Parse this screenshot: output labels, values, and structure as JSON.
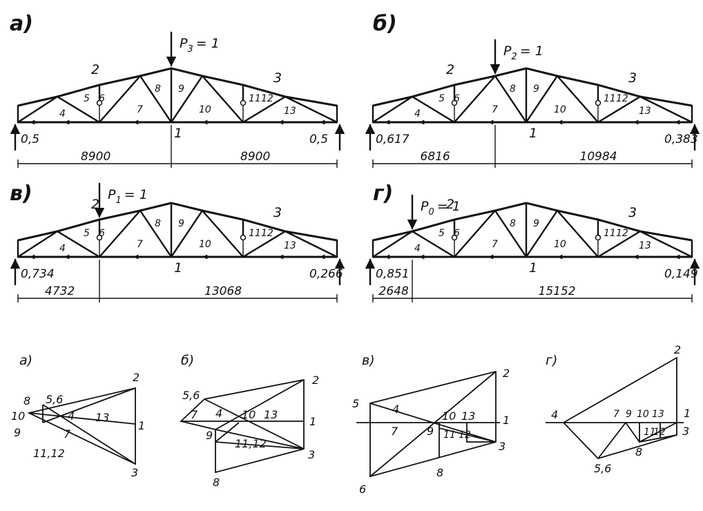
{
  "panels": [
    {
      "id": "a",
      "header": "а)",
      "load": {
        "symbol": "P",
        "sub": "3",
        "text": "= 1",
        "at_node": 9
      },
      "members": [
        "4",
        "5",
        "6",
        "7",
        "8",
        "9",
        "10",
        "11",
        "12",
        "13"
      ],
      "top_labels": [
        "2",
        "3"
      ],
      "bottom_label": "1",
      "reaction_left": "0,5",
      "reaction_right": "0,5",
      "dim_left": "8900",
      "dim_right": "8900"
    },
    {
      "id": "b",
      "header": "б)",
      "load": {
        "symbol": "P",
        "sub": "2",
        "text": "= 1",
        "at_node": 7
      },
      "members": [
        "4",
        "5",
        "6",
        "7",
        "8",
        "9",
        "10",
        "11",
        "12",
        "13"
      ],
      "top_labels": [
        "2",
        "3"
      ],
      "bottom_label": "1",
      "reaction_left": "0,617",
      "reaction_right": "0,383",
      "dim_left": "6816",
      "dim_right": "10984"
    },
    {
      "id": "v",
      "header": "в)",
      "load": {
        "symbol": "P",
        "sub": "1",
        "text": "= 1",
        "at_node": 5
      },
      "members": [
        "4",
        "5",
        "6",
        "7",
        "8",
        "9",
        "10",
        "11",
        "12",
        "13"
      ],
      "top_labels": [
        "2",
        "3"
      ],
      "bottom_label": "1",
      "reaction_left": "0,734",
      "reaction_right": "0,266",
      "dim_left": "4732",
      "dim_right": "13068"
    },
    {
      "id": "g",
      "header": "г)",
      "load": {
        "symbol": "P",
        "sub": "0",
        "text": "= 1",
        "at_node": 3
      },
      "members": [
        "4",
        "5",
        "6",
        "7",
        "8",
        "9",
        "10",
        "11",
        "12",
        "13"
      ],
      "top_labels": [
        "2",
        "3"
      ],
      "bottom_label": "1",
      "reaction_left": "0,851",
      "reaction_right": "0,149",
      "dim_left": "2648",
      "dim_right": "15152"
    }
  ],
  "force_diagrams": [
    {
      "header": "а)",
      "labels": [
        "8",
        "10",
        "9",
        "5,6",
        "4",
        "7",
        "13",
        "11,12",
        "2",
        "1",
        "3"
      ]
    },
    {
      "header": "б)",
      "labels": [
        "5,6",
        "7",
        "4",
        "10",
        "13",
        "9",
        "11,12",
        "2",
        "1",
        "3",
        "8"
      ]
    },
    {
      "header": "в)",
      "labels": [
        "5",
        "4",
        "7",
        "9",
        "10",
        "13",
        "11",
        "12",
        "2",
        "1",
        "3",
        "8",
        "6"
      ]
    },
    {
      "header": "г)",
      "labels": [
        "4",
        "7",
        "9",
        "10",
        "13",
        "11",
        "12",
        "8",
        "5,6",
        "2",
        "1",
        "3"
      ]
    }
  ]
}
